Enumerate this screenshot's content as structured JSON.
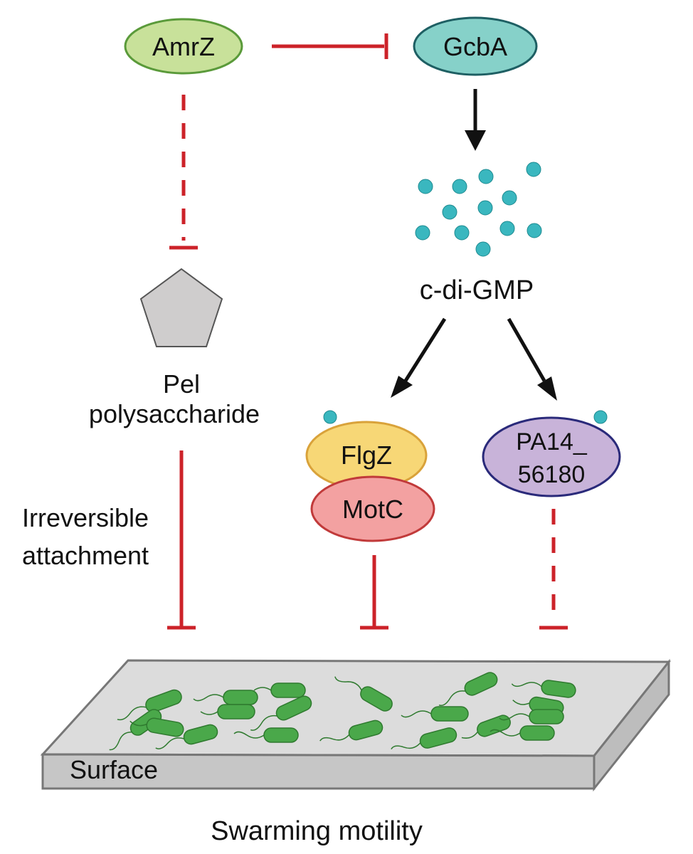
{
  "nodes": {
    "amrz": "AmrZ",
    "gcba": "GcbA",
    "cdigmp": "c-di-GMP",
    "pel_line1": "Pel",
    "pel_line2": "polysaccharide",
    "flgz": "FlgZ",
    "motc": "MotC",
    "pa14_line1": "PA14_",
    "pa14_line2": "56180"
  },
  "labels": {
    "irreversible_line1": "Irreversible",
    "irreversible_line2": "attachment",
    "surface": "Surface",
    "swarming": "Swarming motility"
  },
  "colors": {
    "inhibition": "#cc2229",
    "activation": "#111111",
    "amrz_fill": "#c8e19a",
    "amrz_stroke": "#5a9a3a",
    "gcba_fill": "#86d1c9",
    "gcba_stroke": "#1e5f63",
    "flgz_fill": "#f7d776",
    "flgz_stroke": "#d9a23a",
    "motc_fill": "#f3a1a1",
    "motc_stroke": "#c13a3a",
    "pa14_fill": "#c8b3d9",
    "pa14_stroke": "#2a2a7a",
    "pel_fill": "#cfcdcd",
    "cdigmp_dot": "#3ab7bf",
    "bacterium": "#4aa84a",
    "surface_top": "#dcdcdc",
    "surface_side": "#c6c6c6"
  },
  "icons": {
    "pel": "pentagon-icon",
    "cdigmp": "molecule-dots-icon",
    "bacteria": "bacterium-icon"
  }
}
